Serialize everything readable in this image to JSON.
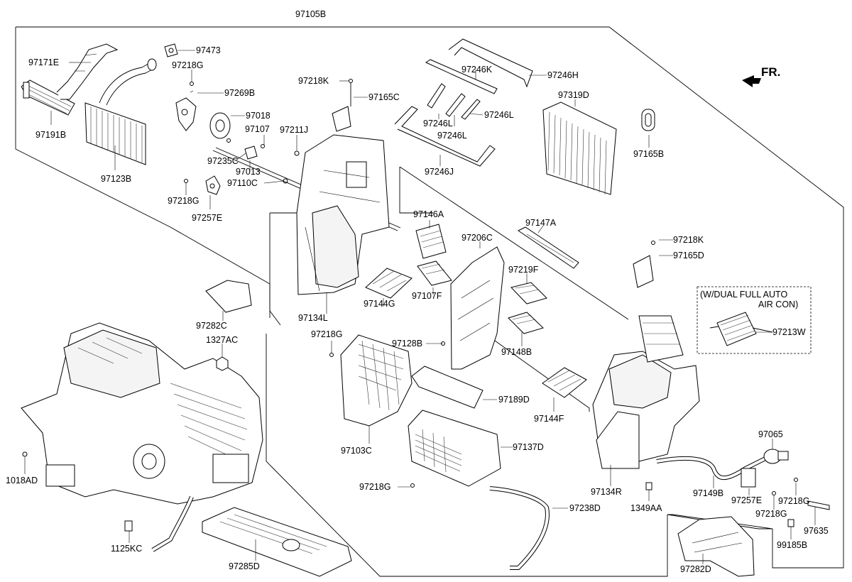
{
  "orientation": {
    "label": "FR."
  },
  "note": {
    "line1": "(W/DUAL FULL AUTO",
    "line2": "AIR CON)"
  },
  "labels": {
    "top": "97105B",
    "l97171E": "97171E",
    "l97191B": "97191B",
    "l97123B": "97123B",
    "l97473": "97473",
    "l97218G_a": "97218G",
    "l97269B": "97269B",
    "l97018": "97018",
    "l97107": "97107",
    "l97211J": "97211J",
    "l97235C": "97235C",
    "l97013": "97013",
    "l97110C": "97110C",
    "l97218G_b": "97218G",
    "l97257E_a": "97257E",
    "l97218K_a": "97218K",
    "l97165C": "97165C",
    "l97246K": "97246K",
    "l97246H": "97246H",
    "l97246L_a": "97246L",
    "l97246L_b": "97246L",
    "l97246L_c": "97246L",
    "l97246J": "97246J",
    "l97319D": "97319D",
    "l97165B": "97165B",
    "l97146A": "97146A",
    "l97147A": "97147A",
    "l97206C": "97206C",
    "l97219F": "97219F",
    "l97218K_b": "97218K",
    "l97165D": "97165D",
    "l97107F": "97107F",
    "l97144G": "97144G",
    "l97134L": "97134L",
    "l97282C_a": "97282C",
    "l1327AC": "1327AC",
    "l97218G_c": "97218G",
    "l97128B": "97128B",
    "l97148B": "97148B",
    "l97213W": "97213W",
    "l97189D": "97189D",
    "l97144F": "97144F",
    "l97103C": "97103C",
    "l97137D": "97137D",
    "l97065": "97065",
    "l1018AD": "1018AD",
    "l97218G_d": "97218G",
    "l97134R": "97134R",
    "l97149B": "97149B",
    "l97257E_b": "97257E",
    "l97218G_e": "97218G",
    "l97218G_f": "97218G",
    "l97238D": "97238D",
    "l1349AA": "1349AA",
    "l97635": "97635",
    "l1125KC": "1125KC",
    "l97285D": "97285D",
    "l97282D": "97282D",
    "l99185B": "99185B"
  }
}
